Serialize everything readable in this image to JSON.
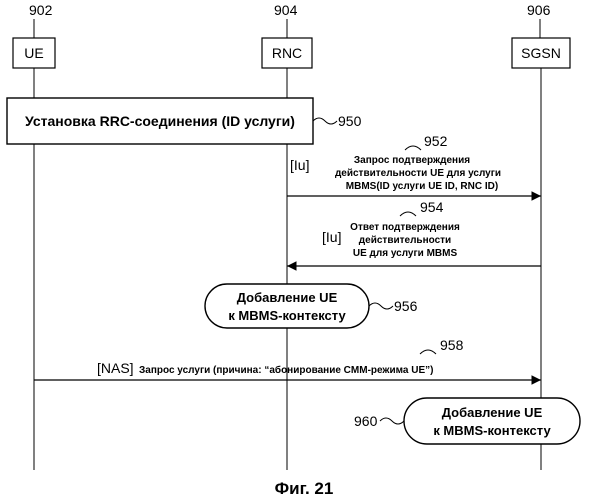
{
  "entities": [
    {
      "ref": "902",
      "label": "UE"
    },
    {
      "ref": "904",
      "label": "RNC"
    },
    {
      "ref": "906",
      "label": "SGSN"
    }
  ],
  "rrc_box": {
    "label": "Установка RRC-соединения (ID услуги)",
    "ref": "950"
  },
  "msg_952": {
    "ref": "952",
    "iface": "[Iu]",
    "lines": [
      "Запрос подтверждения",
      "действительности UE для услуги",
      "MBMS(ID услуги UE ID, RNC ID)"
    ]
  },
  "msg_954": {
    "ref": "954",
    "iface": "[Iu]",
    "lines": [
      "Ответ подтверждения",
      "действительности",
      "UE для услуги MBMS"
    ]
  },
  "pill_956": {
    "ref": "956",
    "lines": [
      "Добавление UE",
      "к MBMS-контексту"
    ]
  },
  "msg_958": {
    "ref": "958",
    "iface": "[NAS]",
    "text": "Запрос услуги (причина: “абонирование CMM-режима UE”)"
  },
  "pill_960": {
    "ref": "960",
    "lines": [
      "Добавление UE",
      "к MBMS-контексту"
    ]
  },
  "caption": "Фиг. 21"
}
